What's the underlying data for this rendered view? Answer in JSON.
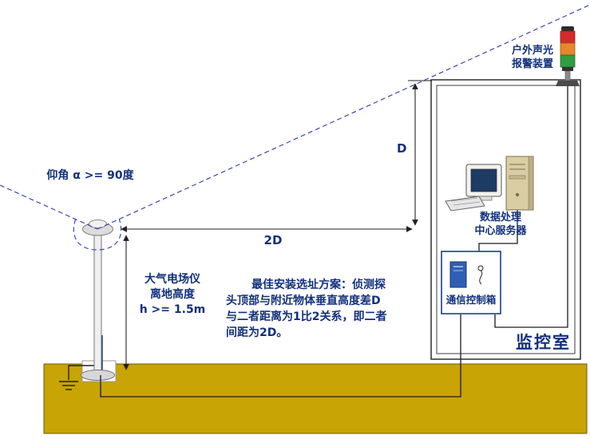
{
  "labels": {
    "elevation_angle": "仰角 α >= 90度",
    "dim_d": "D",
    "dim_2d": "2D",
    "meter_line1": "大气电场仪",
    "meter_line2": "离地高度",
    "meter_line3": "h >= 1.5m",
    "note_line1": "最佳安装选址方案：侦测探",
    "note_line2": "头顶部与附近物体垂直高度差D",
    "note_line3": "与二者距离为1比2关系，即二者",
    "note_line4": "间距为2D。",
    "alarm_line1": "户外声光",
    "alarm_line2": "报警装置",
    "server_line1": "数据处理",
    "server_line2": "中心服务器",
    "control_box": "通信控制箱",
    "monitor_room": "监控室"
  },
  "colors": {
    "text_navy": "#12307c",
    "sight_line_blue": "#3a46b4",
    "ground_yellow": "#c8a404",
    "alarm_red": "#d42a2a",
    "alarm_orange": "#e8862a",
    "alarm_green": "#2f9e3f",
    "device_blue": "#2f5fb5",
    "line_dark": "#222222"
  }
}
